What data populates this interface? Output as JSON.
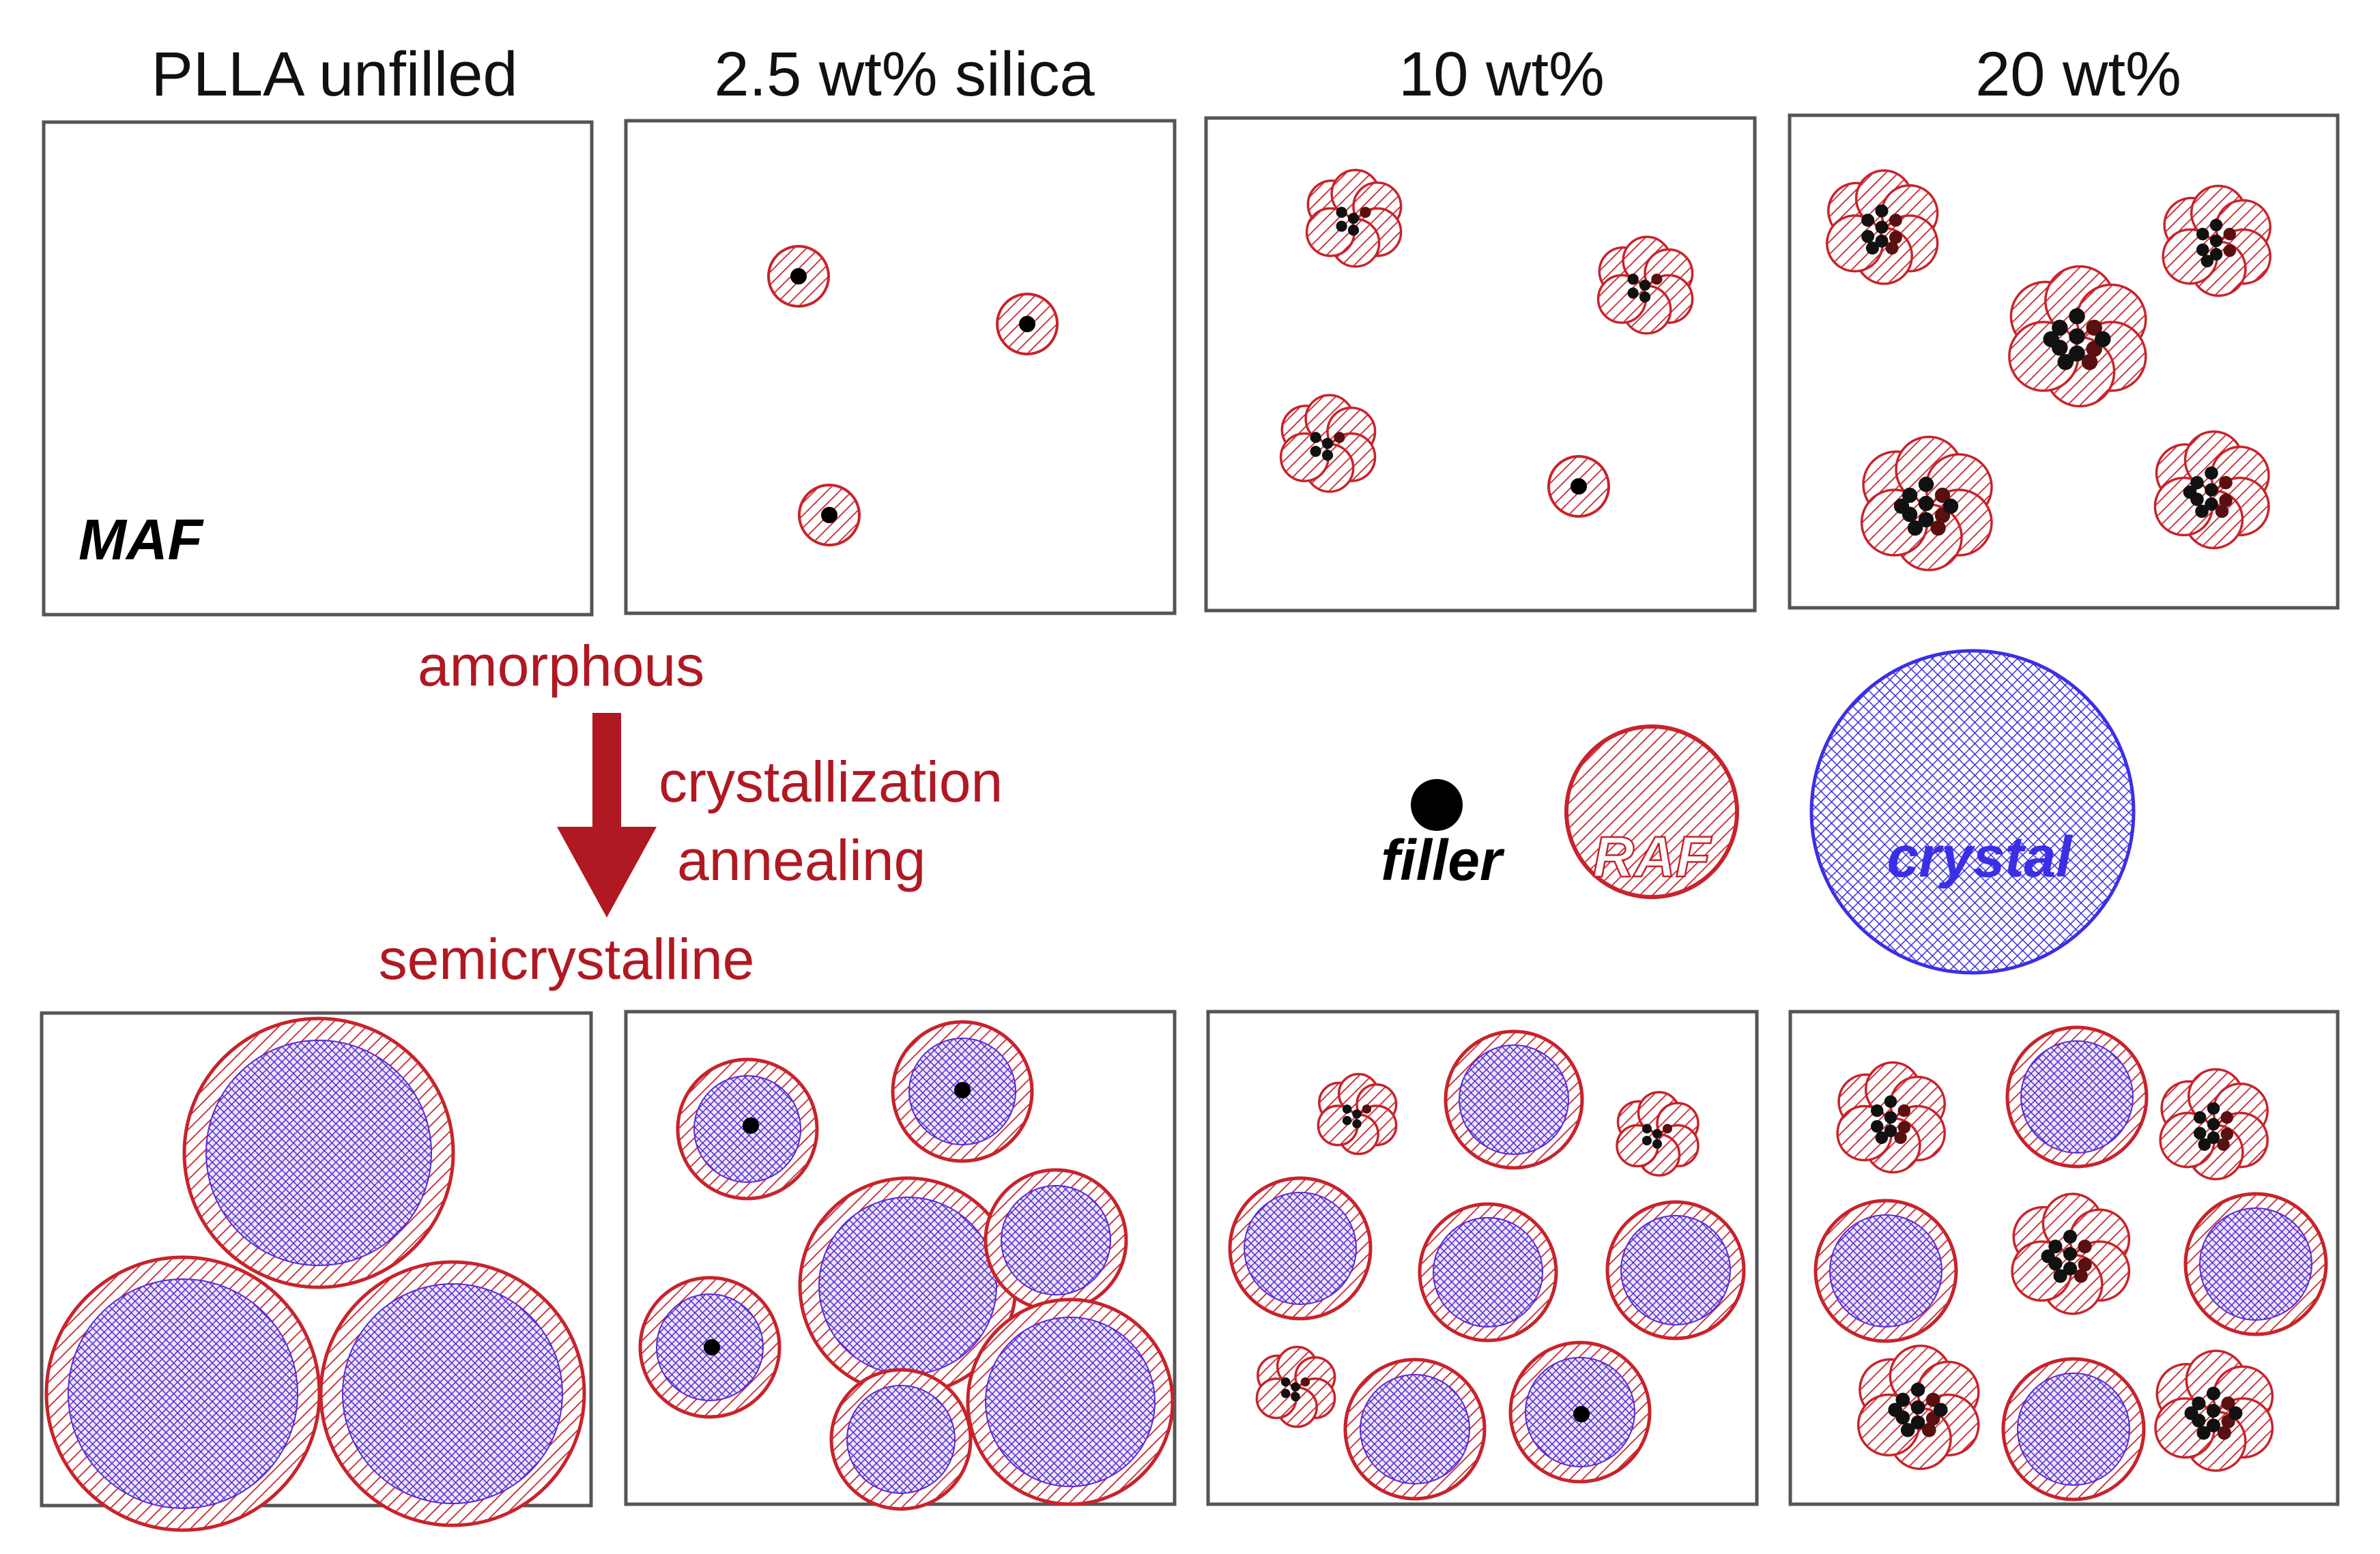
{
  "columns": [
    "PLLA unfilled",
    "2.5 wt% silica",
    "10 wt%",
    "20 wt%"
  ],
  "labels": {
    "maf": "MAF",
    "amorphous": "amorphous",
    "crystallization": "crystallization",
    "annealing": "annealing",
    "semicrystalline": "semicrystalline"
  },
  "legend": {
    "filler": "filler",
    "raf": "RAF",
    "crystal": "crystal"
  },
  "colors": {
    "raf": "#c8232b",
    "crystal": "#5a2bd0",
    "crystal_legend": "#3b2fe6",
    "arrow": "#b01822",
    "filler": "#000000",
    "text_red": "#b01822"
  }
}
